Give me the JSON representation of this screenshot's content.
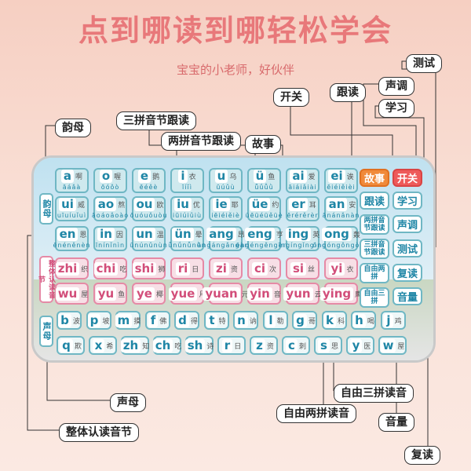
{
  "title": "点到哪读到哪轻松学会",
  "subtitle": "宝宝的小老师，好伙伴",
  "callouts": {
    "yunmu": "韵母",
    "sanpin": "三拼音节跟读",
    "liangpin": "两拼音节跟读",
    "gushi": "故事",
    "kaiguan": "开关",
    "gendu": "跟读",
    "shengdiao": "声调",
    "xuexi": "学习",
    "ceshi": "测试",
    "shengmu": "声母",
    "zhengti": "整体认读音节",
    "ziyou_liang": "自由两拼读音",
    "ziyou_san": "自由三拼读音",
    "yinliang": "音量",
    "fudu": "复读"
  },
  "side_labels": {
    "yunmu": "韵母",
    "zhengti": "整体认读音节",
    "shengmu": "声母"
  },
  "rows": {
    "r1": [
      {
        "py": "a",
        "hz": "啊",
        "t": "āáǎà"
      },
      {
        "py": "o",
        "hz": "喔",
        "t": "ōóǒò"
      },
      {
        "py": "e",
        "hz": "鹅",
        "t": "ēéěè"
      },
      {
        "py": "i",
        "hz": "衣",
        "t": "īíǐì"
      },
      {
        "py": "u",
        "hz": "乌",
        "t": "ūúǔù"
      },
      {
        "py": "ü",
        "hz": "鱼",
        "t": "ǖǘǚǜ"
      },
      {
        "py": "ai",
        "hz": "爱",
        "t": "āiáiǎiài"
      },
      {
        "py": "ei",
        "hz": "诶",
        "t": "ēiéiěièi"
      }
    ],
    "r2": [
      {
        "py": "ui",
        "hz": "威",
        "t": "uīuíuǐuì"
      },
      {
        "py": "ao",
        "hz": "熬",
        "t": "āoáoǎoào"
      },
      {
        "py": "ou",
        "hz": "欧",
        "t": "ōuóuǒuòu"
      },
      {
        "py": "iu",
        "hz": "优",
        "t": "iūiúiǔiù"
      },
      {
        "py": "ie",
        "hz": "耶",
        "t": "iēiéiěiè"
      },
      {
        "py": "üe",
        "hz": "约",
        "t": "üēüéüěüè"
      },
      {
        "py": "er",
        "hz": "耳",
        "t": "ērérěrèr"
      },
      {
        "py": "an",
        "hz": "安",
        "t": "ānánǎnàn"
      }
    ],
    "r3": [
      {
        "py": "en",
        "hz": "恩",
        "t": "ēnéněnèn"
      },
      {
        "py": "in",
        "hz": "因",
        "t": "īnínǐnìn"
      },
      {
        "py": "un",
        "hz": "温",
        "t": "ūnúnǔnùn"
      },
      {
        "py": "ün",
        "hz": "晕",
        "t": "ǖnǘnǚnǜn"
      },
      {
        "py": "ang",
        "hz": "昂",
        "t": "āngángǎngàng"
      },
      {
        "py": "eng",
        "hz": "亨",
        "t": "ēngéngěngèng"
      },
      {
        "py": "ing",
        "hz": "英",
        "t": "īngíngǐngìng"
      },
      {
        "py": "ong",
        "hz": "轰",
        "t": "ōngóngǒngòng"
      }
    ],
    "r4": [
      {
        "py": "zhi",
        "hz": "织"
      },
      {
        "py": "chi",
        "hz": "吃"
      },
      {
        "py": "shi",
        "hz": "狮"
      },
      {
        "py": "ri",
        "hz": "日"
      },
      {
        "py": "zi",
        "hz": "资"
      },
      {
        "py": "ci",
        "hz": "次"
      },
      {
        "py": "si",
        "hz": "丝"
      },
      {
        "py": "yi",
        "hz": "衣"
      }
    ],
    "r5": [
      {
        "py": "wu",
        "hz": "屋"
      },
      {
        "py": "yu",
        "hz": "鱼"
      },
      {
        "py": "ye",
        "hz": "椰"
      },
      {
        "py": "yue",
        "hz": "月"
      },
      {
        "py": "yuan",
        "hz": "元"
      },
      {
        "py": "yin",
        "hz": "音"
      },
      {
        "py": "yun",
        "hz": "云"
      },
      {
        "py": "ying",
        "hz": "鹰"
      }
    ],
    "r6": [
      {
        "py": "b",
        "hz": "波"
      },
      {
        "py": "p",
        "hz": "坡"
      },
      {
        "py": "m",
        "hz": "摸"
      },
      {
        "py": "f",
        "hz": "佛"
      },
      {
        "py": "d",
        "hz": "得"
      },
      {
        "py": "t",
        "hz": "特"
      },
      {
        "py": "n",
        "hz": "讷"
      },
      {
        "py": "l",
        "hz": "勒"
      },
      {
        "py": "g",
        "hz": "哥"
      },
      {
        "py": "k",
        "hz": "科"
      },
      {
        "py": "h",
        "hz": "喝"
      },
      {
        "py": "j",
        "hz": "鸡"
      }
    ],
    "r7": [
      {
        "py": "q",
        "hz": "欺"
      },
      {
        "py": "x",
        "hz": "希"
      },
      {
        "py": "zh",
        "hz": "知"
      },
      {
        "py": "ch",
        "hz": "吃"
      },
      {
        "py": "sh",
        "hz": "诗"
      },
      {
        "py": "r",
        "hz": "日"
      },
      {
        "py": "z",
        "hz": "资"
      },
      {
        "py": "c",
        "hz": "刺"
      },
      {
        "py": "s",
        "hz": "思"
      },
      {
        "py": "y",
        "hz": "医"
      },
      {
        "py": "w",
        "hz": "屋"
      }
    ]
  },
  "buttons": {
    "gushi": "故事",
    "kaiguan": "开关",
    "gendu": "跟读",
    "xuexi": "学习",
    "liangpin": "两拼音节跟读",
    "shengdiao": "声调",
    "sanpin": "三拼音节跟读",
    "ceshi": "测试",
    "ziyou_liang": "自由两拼",
    "fudu": "复读",
    "ziyou_san": "自由三拼",
    "yinliang": "音量"
  },
  "colors": {
    "title": "#e8787a",
    "teal": "#1f86a6",
    "pink": "#d24e7a",
    "orange": "#f08a3a",
    "red": "#ee5a5a"
  }
}
